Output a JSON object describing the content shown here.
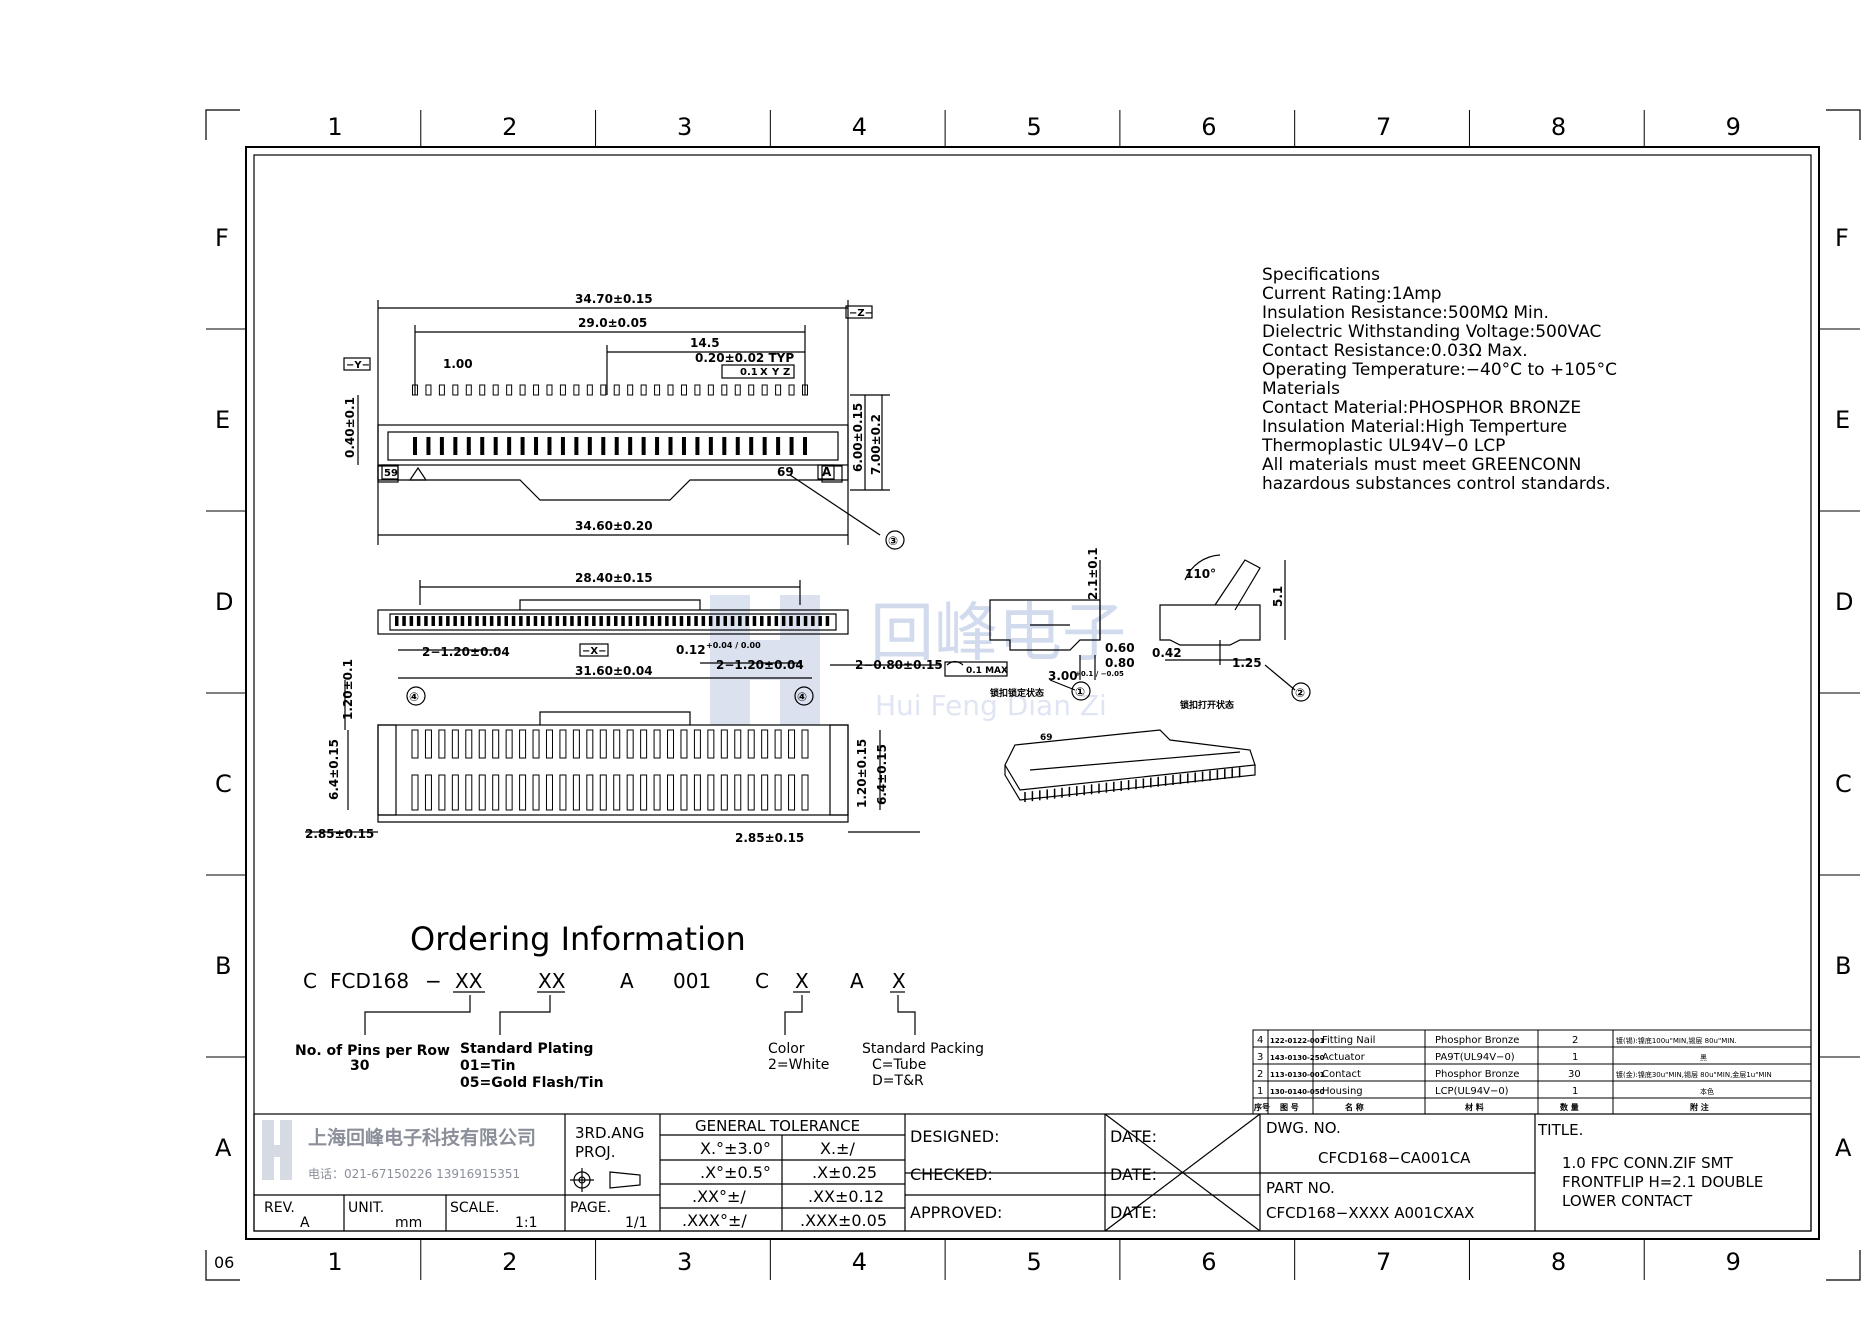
{
  "grid": {
    "columns": [
      "1",
      "2",
      "3",
      "4",
      "5",
      "6",
      "7",
      "8",
      "9"
    ],
    "rows": [
      "F",
      "E",
      "D",
      "C",
      "B",
      "A"
    ],
    "sheet_code": "06"
  },
  "specifications": {
    "heading": "Specifications",
    "lines": [
      "Current  Rating:1Amp",
      "Insulation  Resistance:500MΩ  Min.",
      "Dielectric  Withstanding  Voltage:500VAC",
      "Contact  Resistance:0.03Ω  Max.",
      "Operating  Temperature:−40°C  to  +105°C",
      "Materials",
      "Contact  Material:PHOSPHOR  BRONZE",
      "Insulation  Material:High  Temperture",
      "Thermoplastic  UL94V−0  LCP",
      "All  materials  must  meet  GREENCONN",
      "hazardous  substances  control  standards."
    ]
  },
  "dimensions": {
    "top_overall": "34.70±0.15",
    "top_pitch_span": "29.0±0.05",
    "top_half": "14.5",
    "pin_width": "0.20±0.02  TYP",
    "tolerance_frame": [
      "0.1",
      "X",
      "Y",
      "Z"
    ],
    "pitch": "1.00",
    "datum_y": "−Y−",
    "datum_z": "−Z−",
    "datum_x": "−X−",
    "left_vertical": "0.40±0.1",
    "height_a": "6.00±0.15",
    "height_b": "7.00±0.2",
    "bottom_width": "34.60±0.20",
    "pin_mark_left": "59",
    "pin_mark_right": "69",
    "mark_a": "A",
    "front_span": "28.40±0.15",
    "front_left": "2−1.20±0.04",
    "front_offset": "0.12",
    "front_offset_tol": "+0.04 / 0.00",
    "front_right": "2−1.20±0.04",
    "front_pad": "2−0.80±0.15",
    "front_total": "31.60±0.04",
    "bottom_left_height": "1.20±0.1",
    "bottom_left_tall": "6.4±0.15",
    "bottom_right_height": "1.20±0.15",
    "bottom_right_tall": "6.4±0.15",
    "bottom_left_w": "2.85±0.15",
    "bottom_right_w": "2.85±0.15",
    "flat_max": "0.1 MAX",
    "side_h1": "2.1±0.1",
    "side_w1": "0.60",
    "side_w2": "0.80",
    "side_w3": "3.00",
    "side_w3_tol": "+0.1 / −0.05",
    "side_angle": "110°",
    "side_h2": "5.1",
    "side_w4": "0.42",
    "side_w5": "1.25",
    "callout_1": "①",
    "callout_2": "②",
    "callout_3": "③",
    "callout_4": "④",
    "note_closed": "锁扣锁定状态",
    "note_open": "锁扣打开状态",
    "iso_pin": "69"
  },
  "watermark": {
    "cn": "回峰电子",
    "en": "Hui Feng Dian Zi"
  },
  "ordering": {
    "title": "Ordering  Information",
    "parts": [
      "C",
      "FCD168",
      "−",
      "XX",
      "XX",
      "A",
      "001",
      "C",
      "X",
      "A",
      "X"
    ],
    "pins_label": "No.  of  Pins  per  Row",
    "pins_value": "30",
    "plating_label": "Standard  Plating",
    "plating_opt1": "01=Tin",
    "plating_opt2": "05=Gold  Flash/Tin",
    "color_label": "Color",
    "color_opt": "2=White",
    "packing_label": "Standard  Packing",
    "packing_opt1": "C=Tube",
    "packing_opt2": "D=T&R"
  },
  "bom": {
    "rows": [
      {
        "no": "4",
        "code": "122-0122-001",
        "name": "Fitting Nail",
        "material": "Phosphor Bronze",
        "qty": "2",
        "remark": "镀(锡):镍底100u\"MIN,锡层 80u\"MIN."
      },
      {
        "no": "3",
        "code": "143-0130-250",
        "name": "Actuator",
        "material": "PA9T(UL94V−0)",
        "qty": "1",
        "remark": "黑"
      },
      {
        "no": "2",
        "code": "113-0130-001",
        "name": "Contact",
        "material": "Phosphor Bronze",
        "qty": "30",
        "remark": "镀(金):镍底30u\"MIN,锡层 80u\"MIN,金层1u\"MIN"
      },
      {
        "no": "1",
        "code": "130-0140-050",
        "name": "Housing",
        "material": "LCP(UL94V−0)",
        "qty": "1",
        "remark": "本色"
      }
    ],
    "header": {
      "no": "序号",
      "code": "图 号",
      "name": "名 称",
      "material": "材 料",
      "qty": "数 量",
      "remark": "附 注"
    }
  },
  "titleblock": {
    "company": "上海回峰电子科技有限公司",
    "phone": "电话：021-67150226  13916915351",
    "projection_l1": "3RD.ANG",
    "projection_l2": "PROJ.",
    "tolerance_title": "GENERAL  TOLERANCE",
    "tol_rows": [
      [
        "X.°±3.0°",
        "X.±/"
      ],
      [
        ".X°±0.5°",
        ".X±0.25"
      ],
      [
        ".XX°±/",
        ".XX±0.12"
      ],
      [
        ".XXX°±/",
        ".XXX±0.05"
      ]
    ],
    "designed": "DESIGNED:",
    "checked": "CHECKED:",
    "approved": "APPROVED:",
    "date": "DATE:",
    "rev_label": "REV.",
    "rev_value": "A",
    "unit_label": "UNIT.",
    "unit_value": "mm",
    "scale_label": "SCALE.",
    "scale_value": "1:1",
    "page_label": "PAGE.",
    "page_value": "1/1",
    "dwg_label": "DWG.  NO.",
    "dwg_value": "CFCD168−CA001CA",
    "part_label": "PART  NO.",
    "part_value": "CFCD168−XXXX  A001CXAX",
    "title_label": "TITLE.",
    "title_l1": "1.0  FPC  CONN.ZIF  SMT",
    "title_l2": "FRONTFLIP  H=2.1  DOUBLE",
    "title_l3": "LOWER  CONTACT"
  }
}
